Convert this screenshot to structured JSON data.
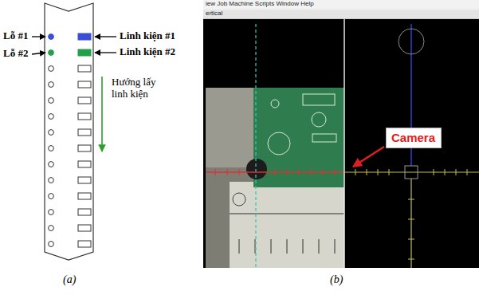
{
  "diagram": {
    "nodes": [
      {
        "text": [
          "Camera"
        ]
      }
    ],
    "labels": [
      "Lỗ #1",
      "Lỗ #2",
      "Linh kiện #1",
      "Linh kiện #2",
      "Hướng lấy linh kiện",
      "(a)",
      "iew Job Machine Scripts Window Help",
      "ertical",
      "(b)"
    ]
  }
}
